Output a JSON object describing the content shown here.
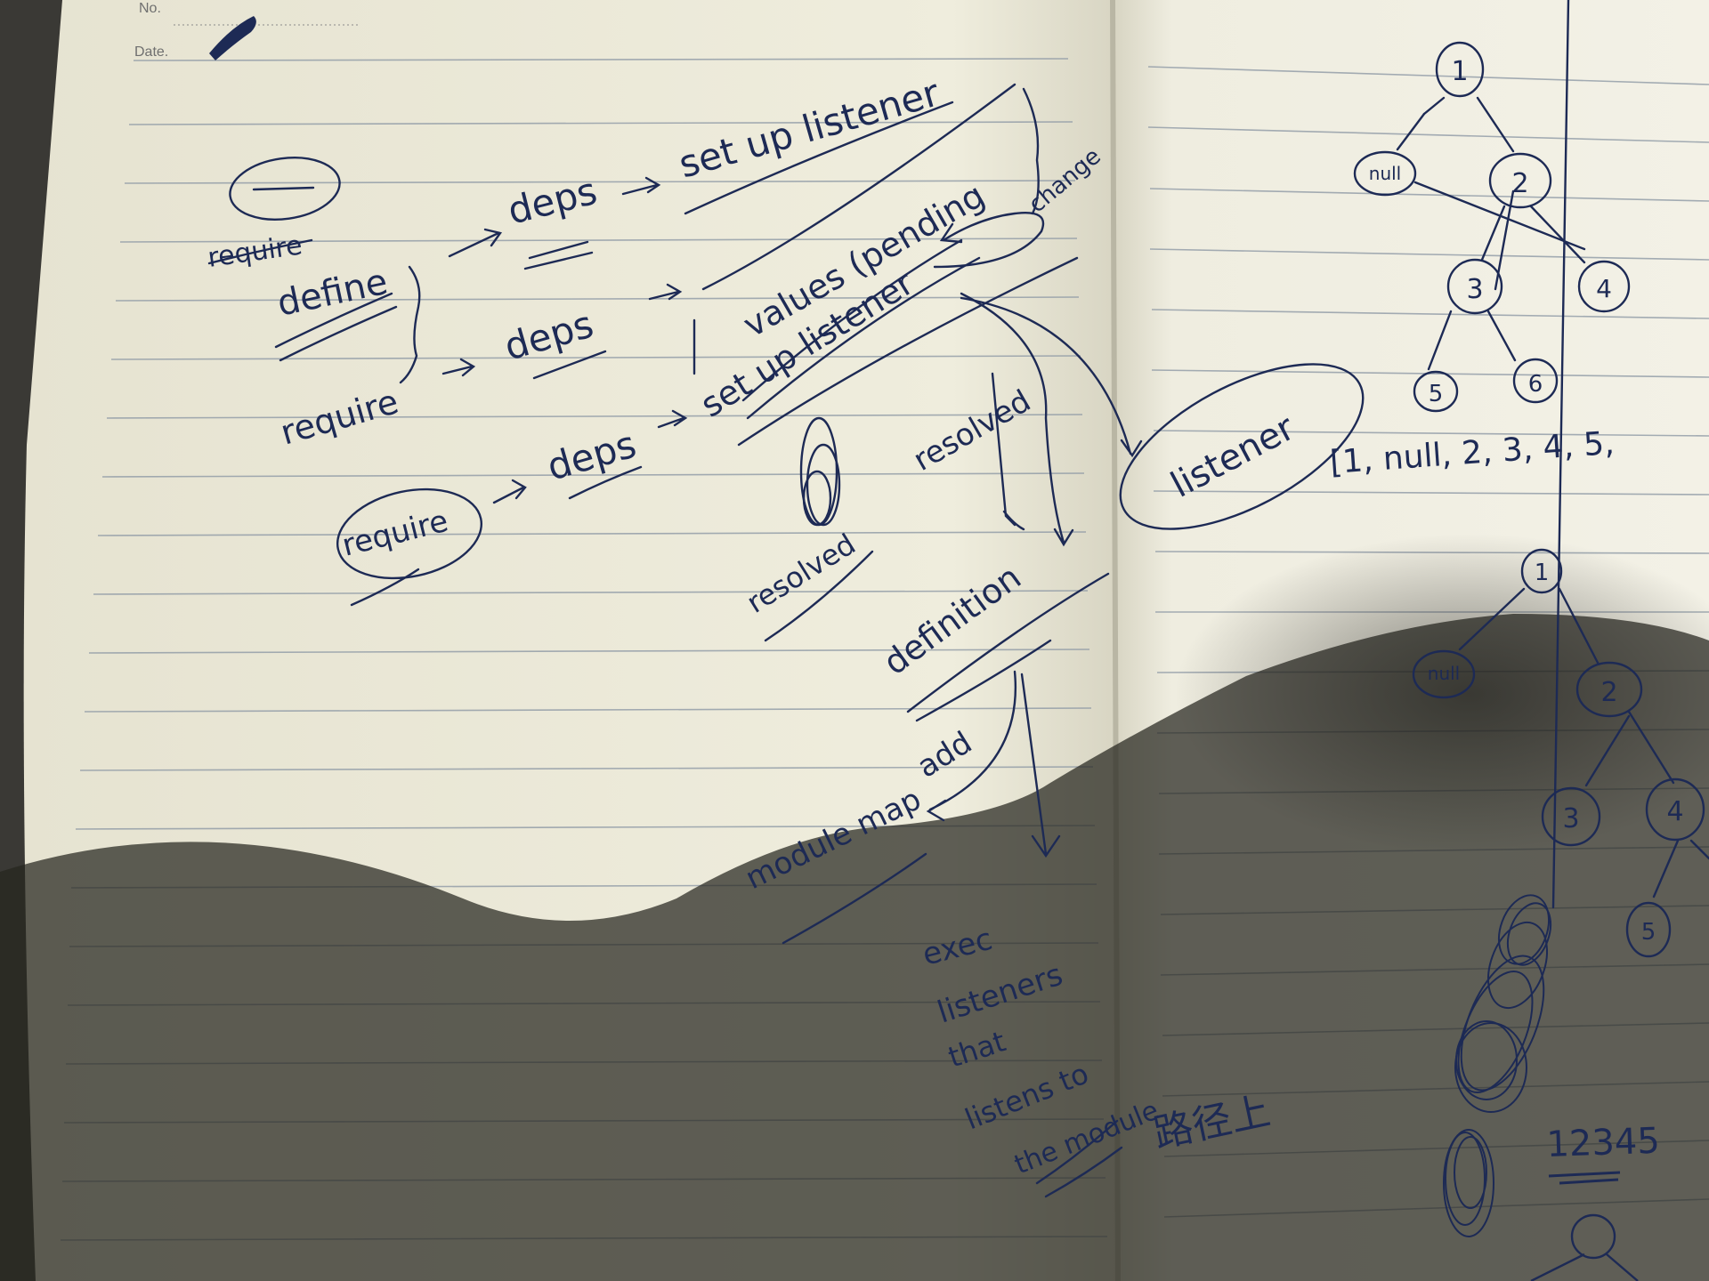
{
  "colors": {
    "paper_left": "#ecead9",
    "paper_right": "#efede0",
    "rule_line": "#8f9aa6",
    "ink": "#1d2a55",
    "shadow": "#24231f"
  },
  "printed": {
    "no_label": "No.",
    "date_label": "Date."
  },
  "left_page": {
    "require_underlined": "require",
    "define": "define",
    "require_1": "require",
    "require_circled": "require",
    "deps_1": "deps",
    "deps_2": "deps",
    "deps_3": "deps",
    "setup_listener_1": "set up listener",
    "values_pending": "values (pending",
    "change": "change",
    "setup_listener_2": "set up listener",
    "resolved_1": "resolved",
    "resolved_2": "resolved",
    "definition": "definition",
    "add": "add",
    "module_map": "module map",
    "exec": "exec",
    "listeners": "listeners",
    "that": "that",
    "listens_to": "listens to",
    "the_module": "the module"
  },
  "right_page": {
    "circled_listener": "listener",
    "sequence": "[1, null, 2, 3, 4, 5,",
    "tree1_nodes": [
      "1",
      "null",
      "2",
      "3",
      "4",
      "5",
      "6"
    ],
    "tree2_nodes": [
      "1",
      "null",
      "2",
      "3",
      "4",
      "5"
    ],
    "digits_row": "12345",
    "path_note": "路径上"
  }
}
